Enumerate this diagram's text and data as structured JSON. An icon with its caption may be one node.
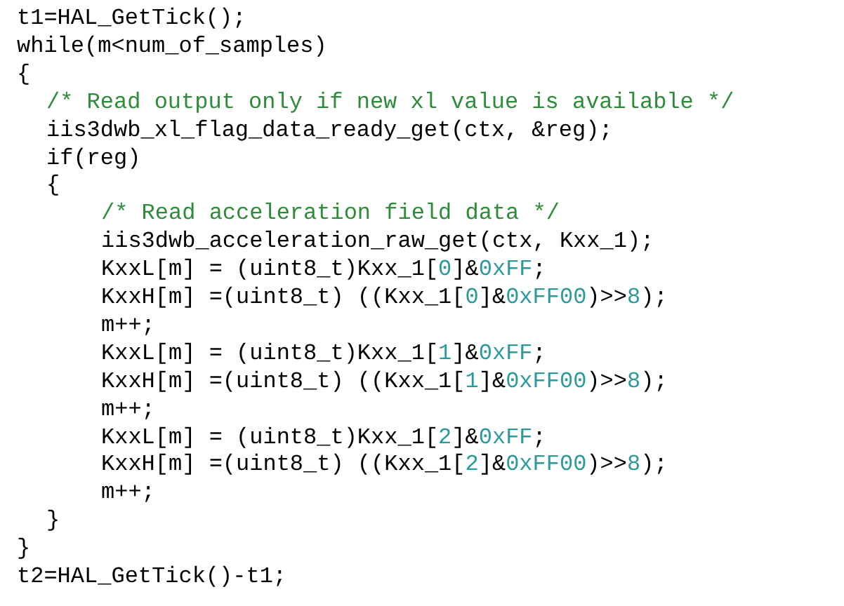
{
  "diagram": {
    "labels": [
      "t1=HAL_GetTick();",
      "while(m<num_of_samples)",
      "{",
      "/* Read output only if new xl value is available */",
      "iis3dwb_xl_flag_data_ready_get(ctx, &reg);",
      "if(reg)",
      "{",
      "/* Read acceleration field data */",
      "iis3dwb_acceleration_raw_get(ctx, Kxx_1);",
      "KxxL[m] = (uint8_t)Kxx_1[0]&0xFF;",
      "KxxH[m] =(uint8_t) ((Kxx_1[0]&0xFF00)>>8);",
      "m++;",
      "KxxL[m] = (uint8_t)Kxx_1[1]&0xFF;",
      "KxxH[m] =(uint8_t) ((Kxx_1[1]&0xFF00)>>8);",
      "m++;",
      "KxxL[m] = (uint8_t)Kxx_1[2]&0xFF;",
      "KxxH[m] =(uint8_t) ((Kxx_1[2]&0xFF00)>>8);",
      "m++;",
      "}",
      "}",
      "t2=HAL_GetTick()-t1;"
    ]
  }
}
